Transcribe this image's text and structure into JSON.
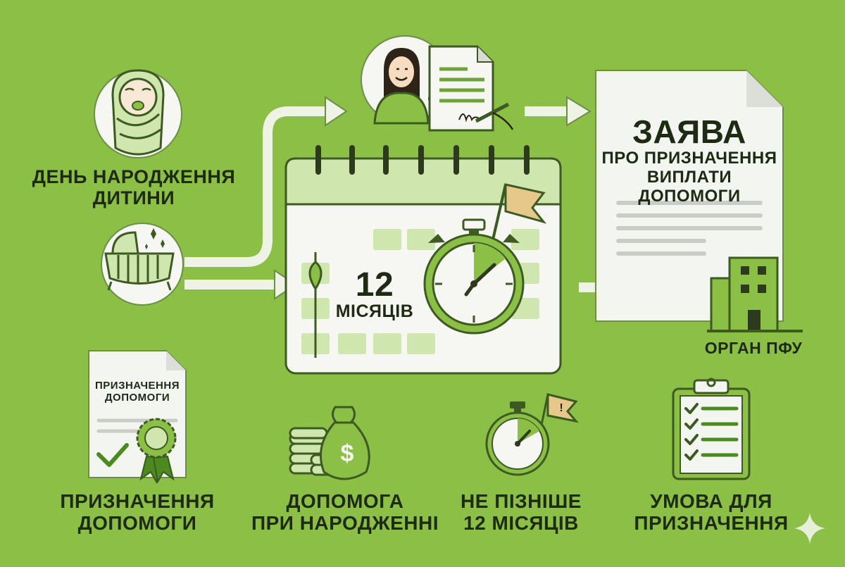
{
  "colors": {
    "background": "#8bbf46",
    "accent_dark": "#4b8a1f",
    "accent_light": "#cfe6ae",
    "flag": "#e6c98a",
    "paper": "#f3f5f0"
  },
  "birth": {
    "label_line1": "ДЕНЬ НАРОДЖЕННЯ",
    "label_line2": "ДИТИНИ"
  },
  "calendar": {
    "number": "12",
    "unit": "МІСЯЦІВ"
  },
  "application": {
    "title": "ЗАЯВА",
    "subtitle_line1": "ПРО ПРИЗНАЧЕННЯ",
    "subtitle_line2": "ВИПЛАТИ ДОПОМОГИ"
  },
  "pfu": {
    "label": "ОРГАН ПФУ"
  },
  "certificate": {
    "doc_line1": "ПРИЗНАЧЕННЯ",
    "doc_line2": "ДОПОМОГИ",
    "label_line1": "ПРИЗНАЧЕННЯ",
    "label_line2": "ДОПОМОГИ"
  },
  "aid": {
    "label_line1": "ДОПОМОГА",
    "label_line2": "ПРИ НАРОДЖЕННІ"
  },
  "deadline": {
    "label_line1": "НЕ ПІЗНІШЕ",
    "label_line2": "12 МІСЯЦІВ"
  },
  "condition": {
    "label_line1": "УМОВА ДЛЯ",
    "label_line2": "ПРИЗНАЧЕННЯ"
  },
  "icons": {
    "baby": "swaddled-baby-icon",
    "crib": "crib-icon",
    "person": "woman-with-document-icon",
    "calendar": "calendar-icon",
    "stopwatch": "stopwatch-icon",
    "flag": "flag-icon",
    "document": "application-document-icon",
    "building": "office-building-icon",
    "certificate": "certificate-icon",
    "money": "money-bag-coins-icon",
    "small_stopwatch": "deadline-stopwatch-icon",
    "clipboard": "checklist-clipboard-icon",
    "sparkle": "sparkle-icon"
  }
}
